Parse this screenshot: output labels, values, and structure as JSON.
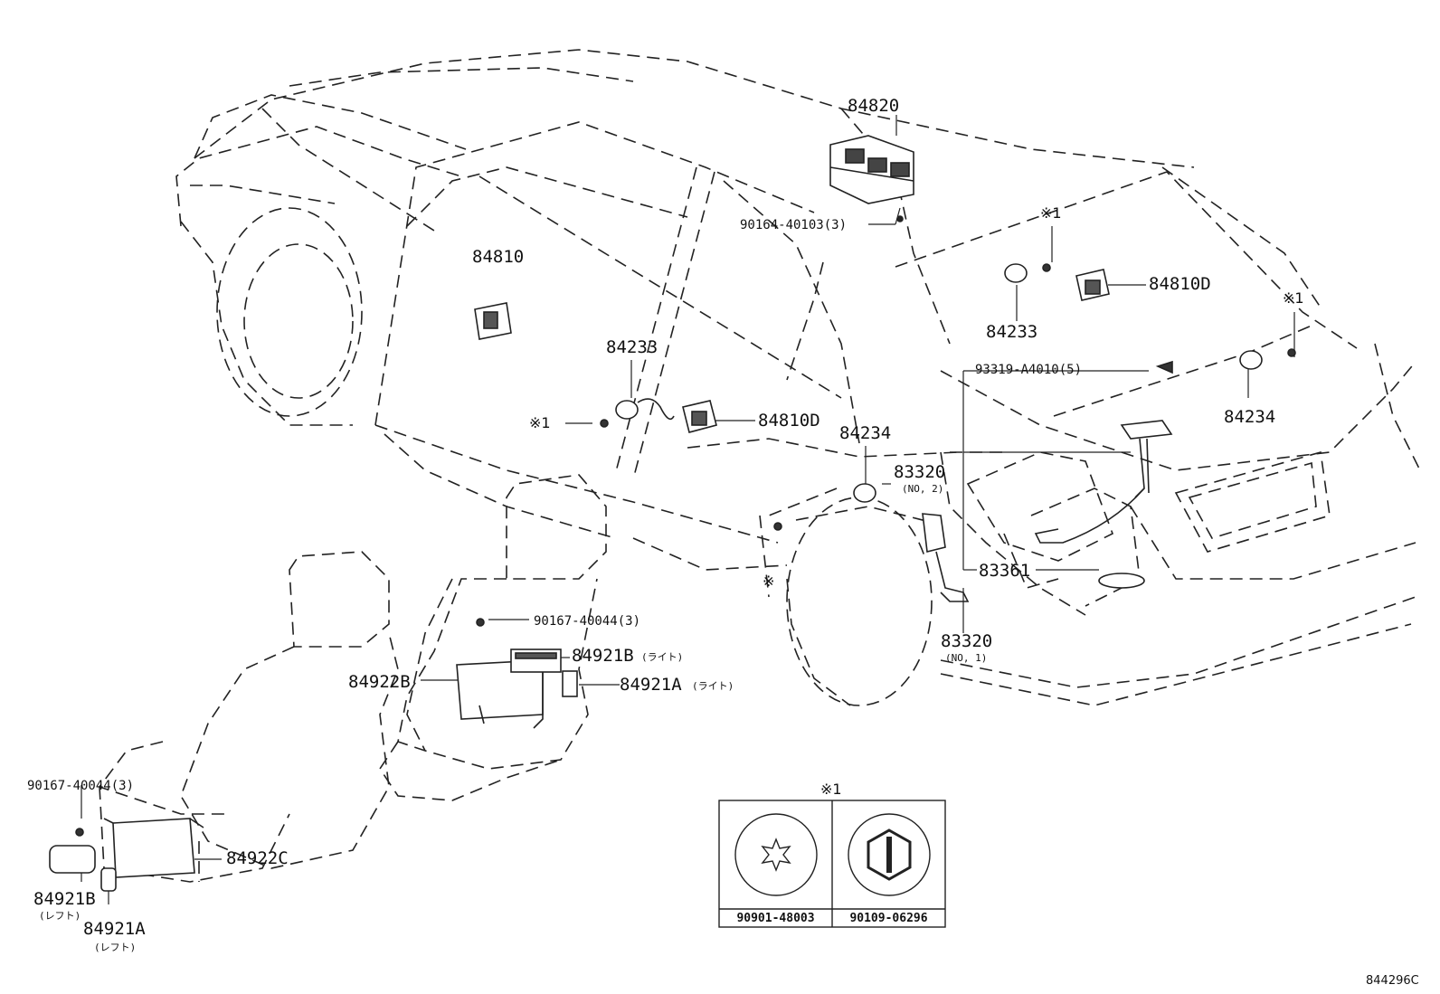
{
  "callouts": {
    "p84820": "84820",
    "p90164": "90164-40103(3)",
    "mark_top_right_1": "※1",
    "p84810_top_left": "84810",
    "p84233_rear": "84233",
    "p84810D_rear": "84810D",
    "mark_right": "※1",
    "p93319": "93319-A4010(5)",
    "p84234_rear": "84234",
    "p84233_front": "84233",
    "mark_front": "※1",
    "p84810D_front": "84810D",
    "p84234_mid": "84234",
    "p83320_no2": "83320",
    "note_no2": "(NO, 2)",
    "mark_lower": "※",
    "p83361": "83361",
    "p83320_no1": "83320",
    "note_no1": "(NO, 1)",
    "p90167_right": "90167-40044(3)",
    "p84921B_right": "84921B",
    "note_right1": "(ライト)",
    "p84922B": "84922B",
    "p84921A_right": "84921A",
    "note_right2": "(ライト)",
    "p90167_left": "90167-40044(3)",
    "p84922C": "84922C",
    "p84921B_left": "84921B",
    "note_left1": "(レフト)",
    "p84921A_left": "84921A",
    "note_left2": "(レフト)"
  },
  "legend": {
    "mark": "※1",
    "left_part": "90901-48003",
    "right_part": "90109-06296"
  },
  "diagram_id": "844296C"
}
